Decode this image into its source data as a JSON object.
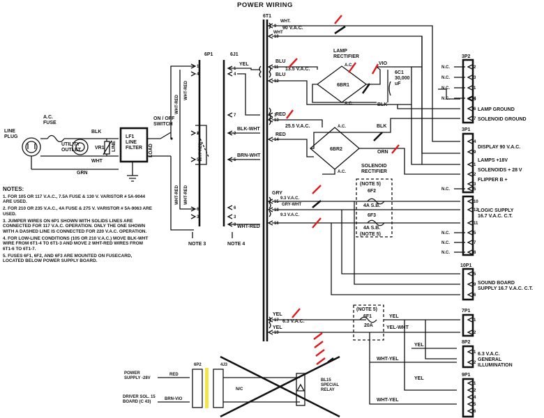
{
  "title": "POWER WIRING",
  "line_input": {
    "plug": "LINE\nPLUG",
    "fuse": "A.C.\nFUSE",
    "outlet": "UTILITY\nOUTLET",
    "blk": "BLK",
    "wht": "WHT",
    "grn": "GRN",
    "varistor": "VR1",
    "line": "LINE",
    "filter": "LF1\nLINE\nFILTER",
    "load": "LOAD",
    "switch": "ON / OFF\nSWITCH"
  },
  "connectors": {
    "p6": "6P1",
    "j6": "6J1",
    "t6": "6T1",
    "p3_2": "3P2",
    "p3_1": "3P1",
    "p10": "10P1",
    "p7": "7P1",
    "p8_2": "8P2",
    "p9": "9P1",
    "note3": "NOTE 3",
    "note4": "NOTE 4"
  },
  "wires_left": {
    "wht_red_top": "WHT-RED",
    "wht_red_mid": "WHT-RED",
    "wht_red_jumper": "WHT-RED",
    "wht_red_bottom": "WHT-RED",
    "wht_red_b2": "WHT-RED",
    "yel": "YEL",
    "blk_wht": "BLK-WHT",
    "brn_wht": "BRN-WHT",
    "wht_red_8": "WHT-RED"
  },
  "pin_numbers": {
    "p6": [
      "1",
      "4",
      "2",
      "5",
      "6",
      "3"
    ],
    "j6": [
      "1",
      "4",
      "2",
      "5",
      "6",
      "3",
      "7",
      "8"
    ],
    "t6": [
      "9",
      "10",
      "11",
      "12",
      "13",
      "14",
      "15",
      "16",
      "17",
      "19",
      "18",
      "3"
    ]
  },
  "transformer_taps": {
    "wht_top": "WHT.",
    "v90": "90 V.A.C.",
    "wht": "WHT",
    "blu": "BLU",
    "v135": "13.5 V.A.C.",
    "blu2": "BLU",
    "red": "RED",
    "v255": "25.5 V.A.C.",
    "red2": "RED",
    "gry": "GRY",
    "v93a": "9.3 V.A.C.",
    "gry_wht": "GRY-WHT",
    "v93b": "9.3 V.A.C.",
    "yel": "YEL",
    "v63": "6.3 V.A.C.",
    "yel2": "YEL"
  },
  "rectifiers": {
    "lamp_title": "LAMP\nRECTIFIER",
    "lamp_bridge": "6BR1",
    "cap": "6C1\n30,000\nuF",
    "vio": "VIO",
    "blk": "BLK",
    "ac": "A.C.",
    "solenoid_bridge": "6BR2",
    "solenoid_title": "SOLENOID\nRECTIFIER",
    "orn": "ORN",
    "blk2": "BLK"
  },
  "fuses": {
    "note5": "(NOTE 5)",
    "f2": "6F2",
    "f2_rating": "4A S.B.",
    "f3": "6F3",
    "f3_rating": "4A S.B.",
    "f1": "6F1",
    "f1_rating": "20A"
  },
  "outputs_3p2": {
    "nc": "N.C.",
    "lamp_ground": "LAMP GROUND",
    "solenoid_ground": "SOLENOID GROUND",
    "pins": [
      "2",
      "3",
      "1",
      "4",
      "5",
      "6",
      "7"
    ]
  },
  "outputs_3p1": {
    "display": "DISPLAY 90 V.A.C.",
    "lamps": "LAMPS +18V",
    "solenoids": "SOLENOIDS + 28 V",
    "flipper": "FLIPPER  B +",
    "nc": "N.C.",
    "pins": [
      "4",
      "9",
      "1",
      "2",
      "3",
      "5"
    ]
  },
  "outputs_logic": {
    "label": "LOGIC SUPPLY\n16.7 V.A.C. C.T.",
    "nc": "N.C.",
    "pins": [
      "10",
      "12",
      "11",
      "5",
      "7",
      "8"
    ]
  },
  "outputs_sound": {
    "label": "SOUND BOARD\nSUPPLY 16.7 V.A.C. C.T.",
    "pins": [
      "5",
      "9",
      "6"
    ]
  },
  "outputs_illum": {
    "label": "6.3 V.A.C.\nGENERAL\nILLUMINATION",
    "yel": "YEL",
    "yel_wht": "YEL-WHT",
    "wht_yel": "WHT-YEL",
    "p7_pins": [
      "1",
      "2"
    ],
    "p8_pins": [
      "1",
      "2"
    ],
    "p9_pins": [
      "1",
      "2",
      "4",
      "5",
      "6"
    ]
  },
  "notes": {
    "heading": "NOTES:",
    "items": [
      "1. FOR 105 OR 117 V.A.C., 7.5A FUSE & 130 V. VARISTOR # 5A-9044 ARE USED.",
      "2. FOR 210 OR 235 V.A.C., 4A FUSE & 275 V. VARISTOR # 5A-9063 ARE USED.",
      "3. JUMPER WIRES ON 6P1 SHOWN WITH SOLIDS LINES ARE CONNECTED FOR 117 V.A.C. OPERATION. ONLY THE ONE SHOWN WITH A DASHED LINE IS CONNECTED FOR 220 V.A.C. OPERATION.",
      "4. FOR LOW-LINE CONDITIONS (105 OR 210 V.A.C.) MOVE BLK-WHT WIRE FROM 6T1-4 TO 6T1-3 AND MOVE 2 WHT-RED WIRES FROM 6T1-6 TO 6T1-7.",
      "5. FUSES 6F1, 6F2, AND 6F3 ARE MOUNTED ON FUSECARD, LOCATED BELOW POWER SUPPLY BOARD."
    ]
  },
  "inset": {
    "power_supply": "POWER\nSUPPLY  -28V",
    "driver_board": "DRIVER SOL. 15\nBOARD (C 43)",
    "red": "RED",
    "brn_vio": "BRN-VIO",
    "p6": "6P2",
    "j4": "4J3",
    "nc": "N/C",
    "relay": "BL15\nSPECIAL\nRELAY"
  },
  "colors": {
    "ink": "#111111",
    "markup_red": "#e0191b",
    "highlight": "#f2e64a"
  }
}
